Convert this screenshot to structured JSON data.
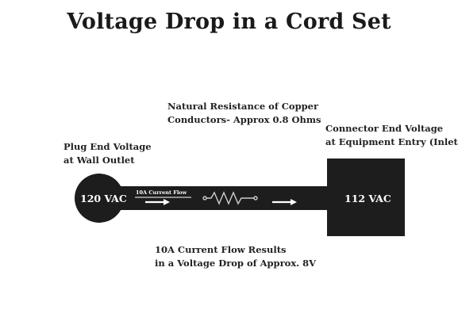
{
  "title": "Voltage Drop in a Cord Set",
  "labels": {
    "plug": [
      "Plug End Voltage",
      "at Wall Outlet"
    ],
    "resistance": [
      "Natural Resistance of Copper",
      "Conductors- Approx 0.8 Ohms"
    ],
    "connector": [
      "Connector End Voltage",
      "at Equipment Entry (Inlet)"
    ],
    "result": [
      "10A Current Flow Results",
      "in a Voltage Drop of Approx. 8V"
    ]
  },
  "nodes": {
    "plug_voltage": "120 VAC",
    "connector_voltage": "112 VAC",
    "current_flow": "10A Current Flow"
  },
  "colors": {
    "shape_fill": "#1d1d1d",
    "inner_text": "#ffffff",
    "label_text": "#222222"
  },
  "icons": [
    "resistor-icon",
    "arrow-right-icon"
  ]
}
